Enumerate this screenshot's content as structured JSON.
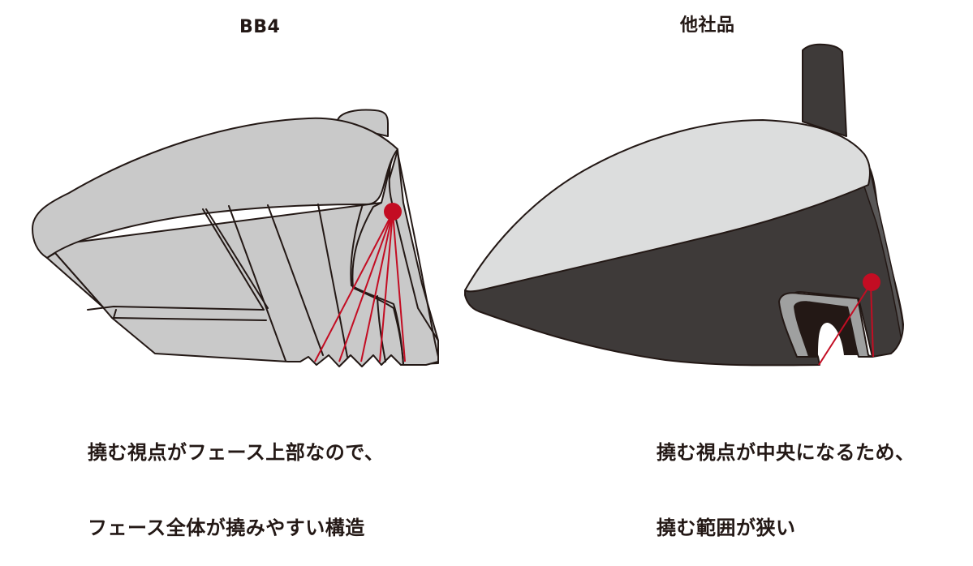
{
  "left_panel": {
    "title": "BB4",
    "caption_line1": "撓む視点がフェース上部なので、",
    "caption_line2": "フェース全体が撓みやすい構造",
    "head_fill": "#c9c9c9",
    "outline": "#231815",
    "flex_point_color": "#c30d23"
  },
  "right_panel": {
    "title": "他社品",
    "caption_line1": "撓む視点が中央になるため、",
    "caption_line2": "撓む範囲が狭い",
    "crown_fill": "#dcdddd",
    "body_fill": "#3e3a39",
    "slot_fill": "#9fa0a0",
    "flex_point_color": "#c30d23"
  }
}
